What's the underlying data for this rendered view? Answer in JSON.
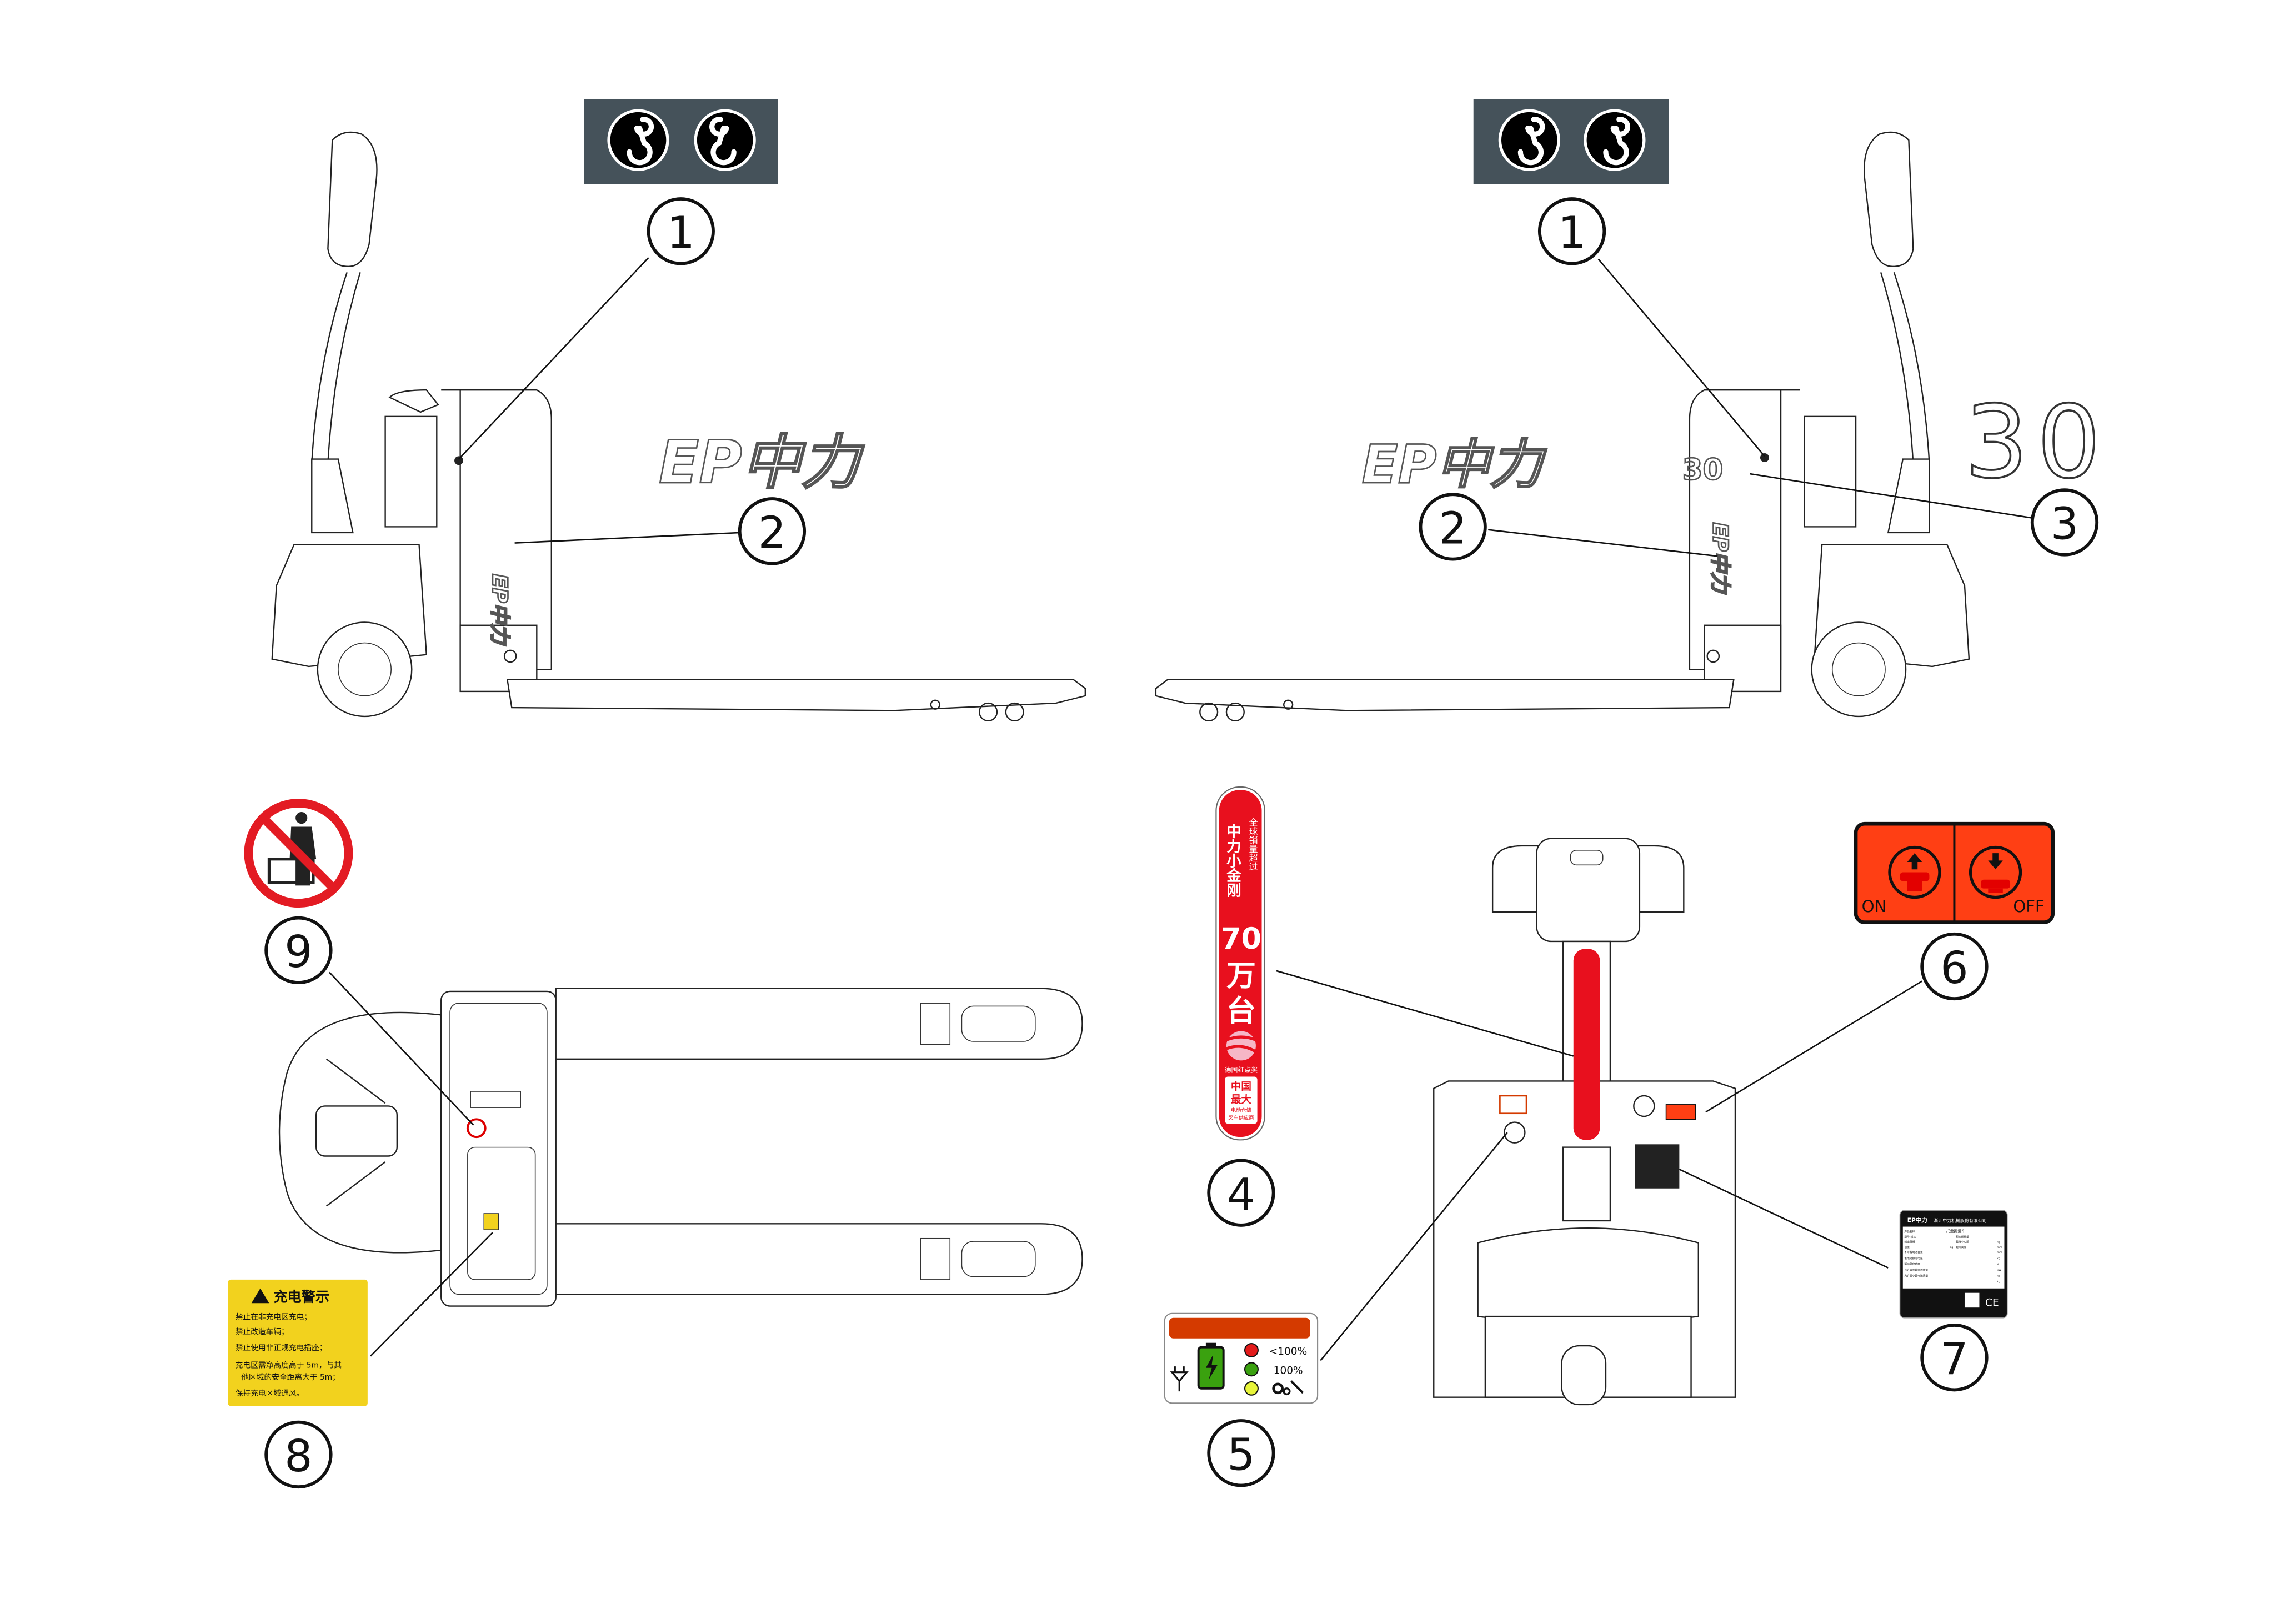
{
  "callouts": {
    "c1a": "1",
    "c1b": "1",
    "c2a": "2",
    "c2b": "2",
    "c3": "3",
    "c4": "4",
    "c5": "5",
    "c6": "6",
    "c7": "7",
    "c8": "8",
    "c9": "9"
  },
  "brand": {
    "logo_text": "EP中力",
    "model": "30"
  },
  "label4": {
    "title": "中力小金刚",
    "subtitle": "全球销量超过",
    "number": "70",
    "unit1": "万",
    "unit2": "台",
    "award": "德国红点奖",
    "badge_line1": "中国",
    "badge_line2": "最大",
    "badge_line3": "电动仓储",
    "badge_line4": "叉车供应商",
    "color": "#e8101e"
  },
  "label5": {
    "red_status": "<100%",
    "green_status": "100%",
    "header_color": "#d43a00"
  },
  "label6": {
    "on": "ON",
    "off": "OFF",
    "color": "#ff3f14"
  },
  "label7": {
    "company": "浙江中力机械股份有限公司",
    "product": "托盘搬运车",
    "fields": [
      "产品名称",
      "型号-规格",
      "额定起重量",
      "制造日期",
      "自重",
      "载荷中心距",
      "起升高度",
      "不带蓄电池自重",
      "蓄电池额定电压",
      "驱动额定功率",
      "允许最大蓄电池质量",
      "允许最小蓄电池质量"
    ],
    "units": [
      "kg",
      "mm",
      "kg",
      "mm",
      "kg",
      "V",
      "kW",
      "kg",
      "kg"
    ],
    "ce": "CE"
  },
  "label8": {
    "title": "充电警示",
    "items": [
      "禁止在非充电区充电；",
      "禁止改造车辆；",
      "禁止使用非正规充电插座；",
      "充电区需净高度高于 5m，与其",
      "他区域的安全距离大于 5m；",
      "保持充电区域通风。"
    ],
    "color": "#f2d21e"
  },
  "label1": {
    "bg_color": "#45525a"
  }
}
